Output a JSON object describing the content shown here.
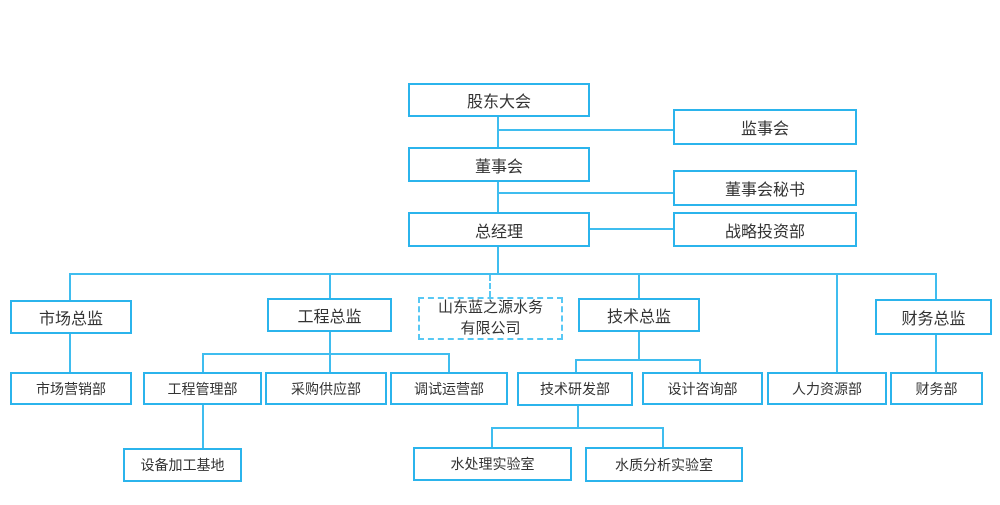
{
  "colors": {
    "line": "#3fbdef",
    "box_border": "#2bb4ec",
    "dashed_border": "#58c8f4",
    "text": "#333333",
    "background": "#ffffff"
  },
  "org_chart": {
    "governance": {
      "shareholders_meeting": "股东大会",
      "supervisory_board": "监事会",
      "board_of_directors": "董事会",
      "board_secretary": "董事会秘书",
      "general_manager": "总经理",
      "strategic_investment_dept": "战略投资部"
    },
    "company": {
      "line1": "山东蓝之源水务",
      "line2": "有限公司"
    },
    "directors": {
      "marketing_director": "市场总监",
      "engineering_director": "工程总监",
      "technical_director": "技术总监",
      "finance_director": "财务总监"
    },
    "departments": {
      "marketing_dept": "市场营销部",
      "engineering_management_dept": "工程管理部",
      "procurement_supply_dept": "采购供应部",
      "commissioning_operations_dept": "调试运营部",
      "technology_rd_dept": "技术研发部",
      "design_consulting_dept": "设计咨询部",
      "hr_dept": "人力资源部",
      "finance_dept": "财务部"
    },
    "sub_units": {
      "equipment_processing_base": "设备加工基地",
      "water_treatment_lab": "水处理实验室",
      "water_quality_analysis_lab": "水质分析实验室"
    }
  }
}
